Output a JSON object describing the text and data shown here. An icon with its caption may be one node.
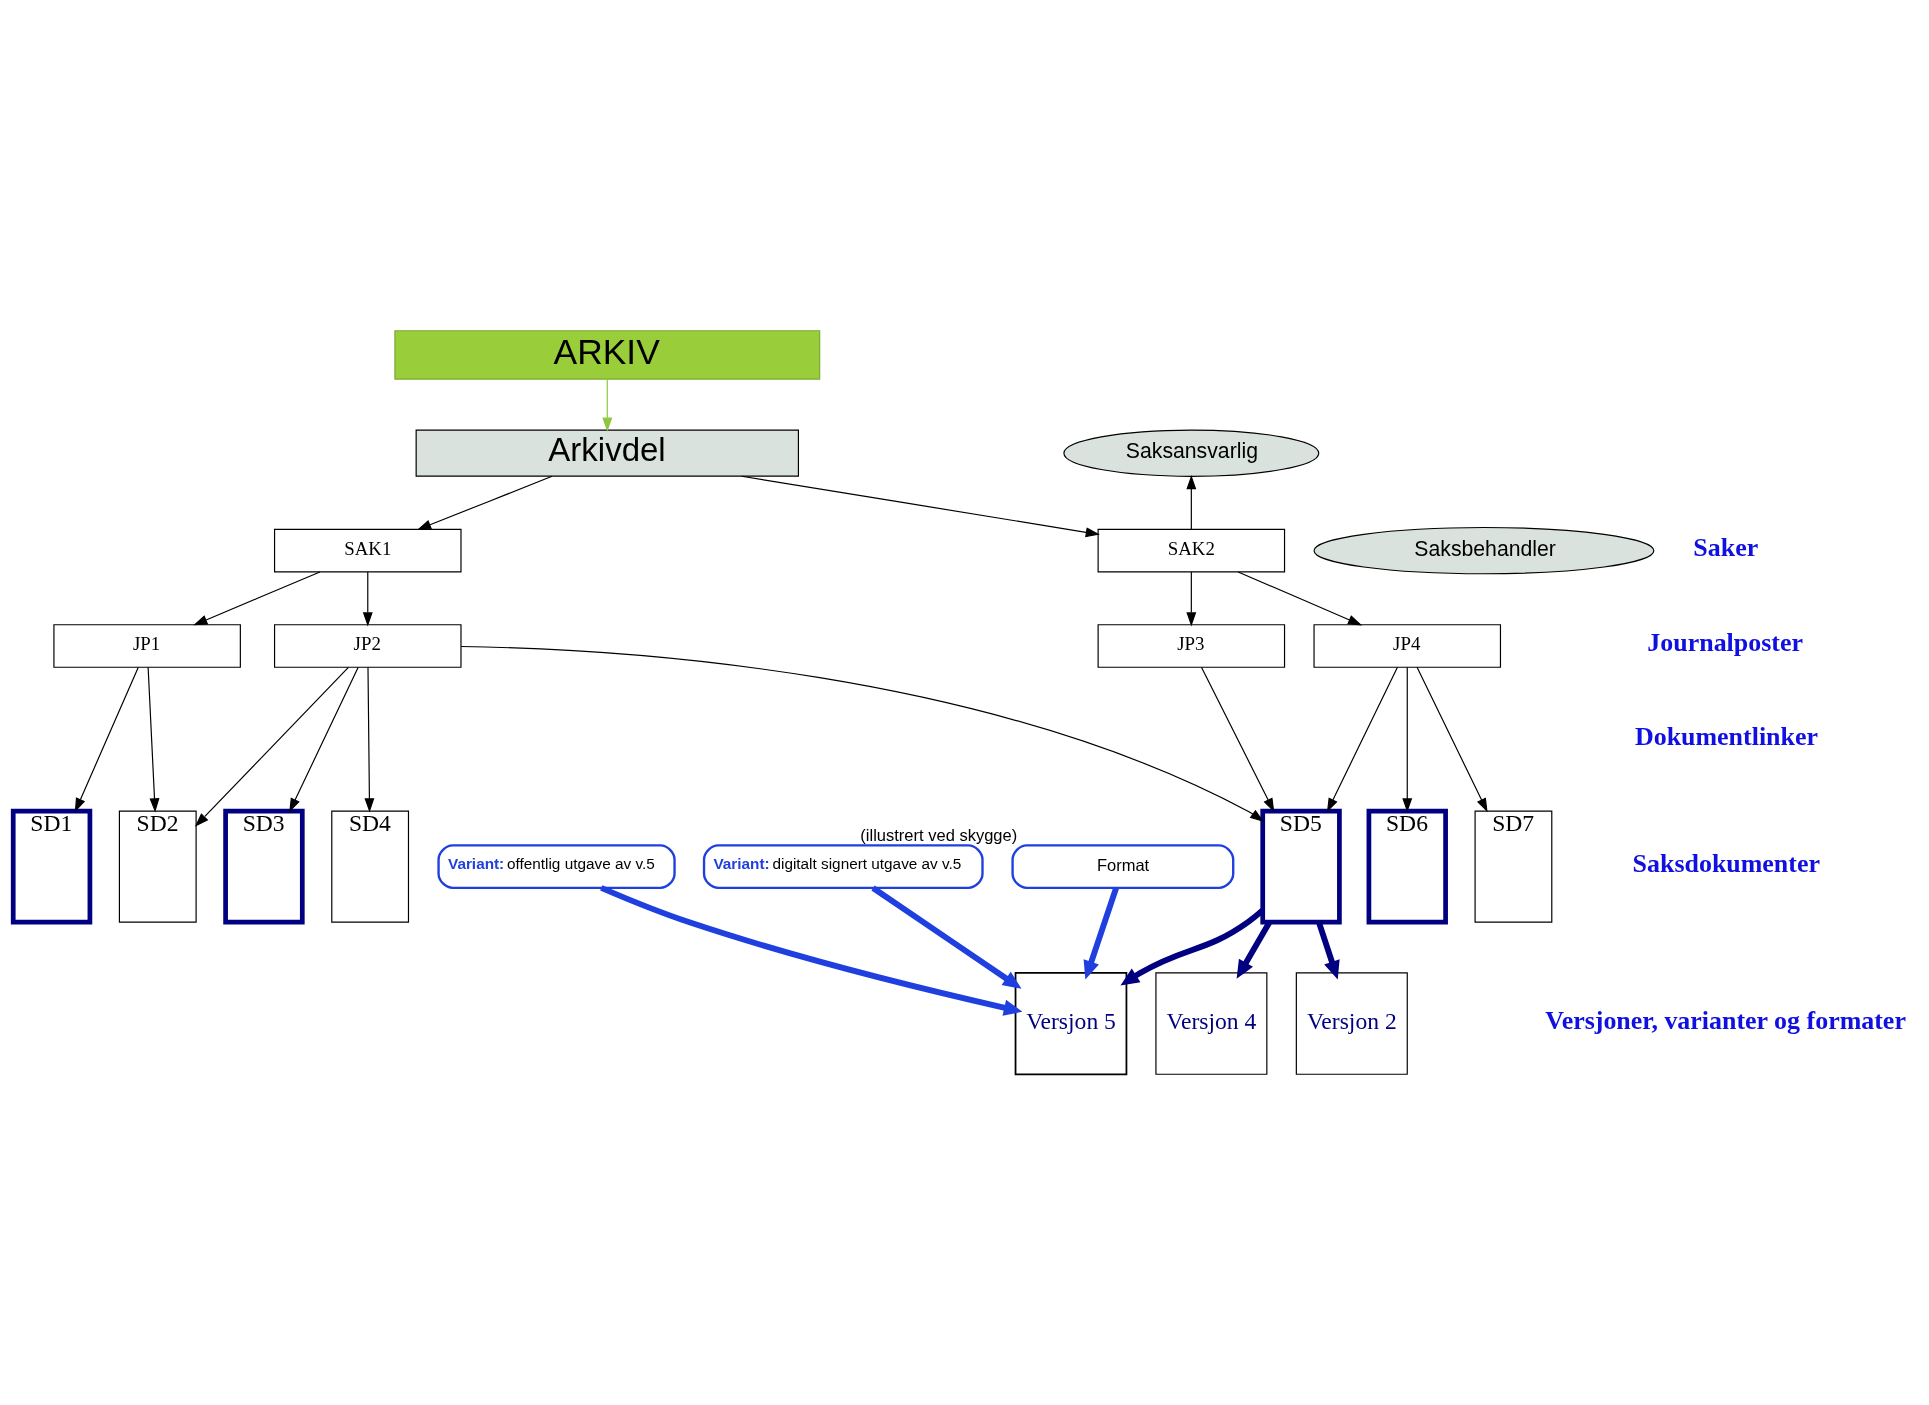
{
  "diagram": {
    "nodes": [
      {
        "text": [
          "ARKIV"
        ]
      },
      {
        "text": [
          "Arkivdel"
        ]
      },
      {
        "text": [
          "Saksansvarlig"
        ]
      },
      {
        "text": [
          "SAK1"
        ]
      },
      {
        "text": [
          "SAK2"
        ]
      },
      {
        "text": [
          "Saksbehandler"
        ]
      },
      {
        "text": [
          "JP1"
        ]
      },
      {
        "text": [
          "JP2"
        ]
      },
      {
        "text": [
          "JP3"
        ]
      },
      {
        "text": [
          "JP4"
        ]
      },
      {
        "text": [
          "SD1"
        ]
      },
      {
        "text": [
          "SD2"
        ]
      },
      {
        "text": [
          "SD3"
        ]
      },
      {
        "text": [
          "SD4"
        ]
      },
      {
        "text": [
          "SD5"
        ]
      },
      {
        "text": [
          "SD6"
        ]
      },
      {
        "text": [
          "SD7"
        ]
      },
      {
        "text": [
          "**Variant:** offentlig utgave av v.5"
        ]
      },
      {
        "text": [
          "**Variant:** digitalt signert utgave av v.5"
        ]
      },
      {
        "text": [
          "Versjon 5"
        ]
      },
      {
        "text": [
          "Versjon 4"
        ]
      },
      {
        "text": [
          "Versjon 2"
        ]
      },
      {
        "text": [
          "Format"
        ],
        "beside": [
          "(illustrert ved skygge)"
        ]
      }
    ],
    "edges": [
      {
        "from": 0,
        "to": 1,
        "arrow": "to",
        "color": "#8dc63f"
      },
      {
        "from": 1,
        "to": 3,
        "arrow": "to"
      },
      {
        "from": 1,
        "to": 4,
        "arrow": "to"
      },
      {
        "from": 4,
        "to": 2,
        "arrow": "to"
      },
      {
        "from": 3,
        "to": 6,
        "arrow": "to"
      },
      {
        "from": 3,
        "to": 7,
        "arrow": "to"
      },
      {
        "from": 4,
        "to": 8,
        "arrow": "to"
      },
      {
        "from": 4,
        "to": 9,
        "arrow": "to"
      },
      {
        "from": 6,
        "to": 10,
        "arrow": "to"
      },
      {
        "from": 6,
        "to": 11,
        "arrow": "to"
      },
      {
        "from": 7,
        "to": 11,
        "arrow": "to"
      },
      {
        "from": 7,
        "to": 12,
        "arrow": "to"
      },
      {
        "from": 7,
        "to": 13,
        "arrow": "to"
      },
      {
        "from": 7,
        "to": 14,
        "arrow": "to"
      },
      {
        "from": 8,
        "to": 14,
        "arrow": "to"
      },
      {
        "from": 9,
        "to": 14,
        "arrow": "to"
      },
      {
        "from": 9,
        "to": 15,
        "arrow": "to"
      },
      {
        "from": 9,
        "to": 16,
        "arrow": "to"
      },
      {
        "from": 14,
        "to": 19,
        "arrow": "to",
        "style": "thick",
        "color": "#000080"
      },
      {
        "from": 14,
        "to": 20,
        "arrow": "to",
        "style": "thick",
        "color": "#000080"
      },
      {
        "from": 14,
        "to": 21,
        "arrow": "to",
        "style": "thick",
        "color": "#000080"
      },
      {
        "from": 17,
        "to": 19,
        "arrow": "to",
        "style": "thick",
        "color": "#1f3fdf"
      },
      {
        "from": 18,
        "to": 19,
        "arrow": "to",
        "style": "thick",
        "color": "#1f3fdf"
      },
      {
        "from": 22,
        "to": 19,
        "arrow": "to",
        "style": "thick",
        "color": "#1f3fdf"
      }
    ],
    "labels": [
      "Saker",
      "Journalposter",
      "Dokumentlinker",
      "Saksdokumenter",
      "Versjoner, varianter og formater"
    ]
  }
}
